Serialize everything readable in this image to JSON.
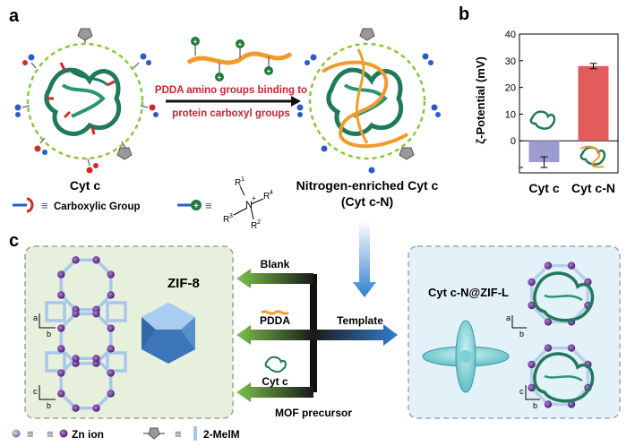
{
  "panels": {
    "a": "a",
    "b": "b",
    "c": "c"
  },
  "panel_a": {
    "left_label": "Cyt c",
    "arrow_line1": "PDDA amino groups binding to",
    "arrow_line2": "protein carboxyl groups",
    "right_label_line1": "Nitrogen-enriched Cyt c",
    "right_label_line2": "(Cyt c-N)",
    "legend_carboxyl": "Carboxylic Group",
    "legend_equiv": "≡",
    "r1": "R",
    "r1_sup": "1",
    "r2": "R",
    "r2_sup": "2",
    "r3": "R",
    "r3_sup": "3",
    "r4": "R",
    "r4_sup": "4",
    "n": "N",
    "n_plus": "+"
  },
  "chart_data": {
    "type": "bar",
    "categories": [
      "Cyt c",
      "Cyt c-N"
    ],
    "values": [
      -8,
      28
    ],
    "errors": [
      2,
      1
    ],
    "ylabel": "ζ-Potential (mV)",
    "ylim": [
      -12,
      40
    ],
    "yticks": [
      -10,
      0,
      10,
      20,
      30,
      40
    ],
    "ytick_labels": [
      "",
      "0",
      "10",
      "20",
      "30",
      "40"
    ],
    "colors": [
      "#9d9ccf",
      "#e35c5c"
    ]
  },
  "panel_c": {
    "zif8_label": "ZIF-8",
    "blank": "Blank",
    "pdda": "PDDA",
    "cytc": "Cyt c",
    "template": "Template",
    "mof_precursor": "MOF precursor",
    "right_title": "Cyt c-N@ZIF-L",
    "axis_a": "a",
    "axis_b": "b",
    "axis_c": "c",
    "legend_zn": "Zn ion",
    "legend_melm": "2-MelM",
    "legend_equiv": "≡"
  },
  "colors": {
    "green_box": "#e7f0dd",
    "blue_box": "#e3f1f9",
    "protein": "#1f7a5a",
    "pdda": "#f29b2d",
    "arrow_red": "#c0272d",
    "zn": "#6a2c91",
    "melm": "#a9c7e8",
    "crystal": "#4a86c5"
  }
}
